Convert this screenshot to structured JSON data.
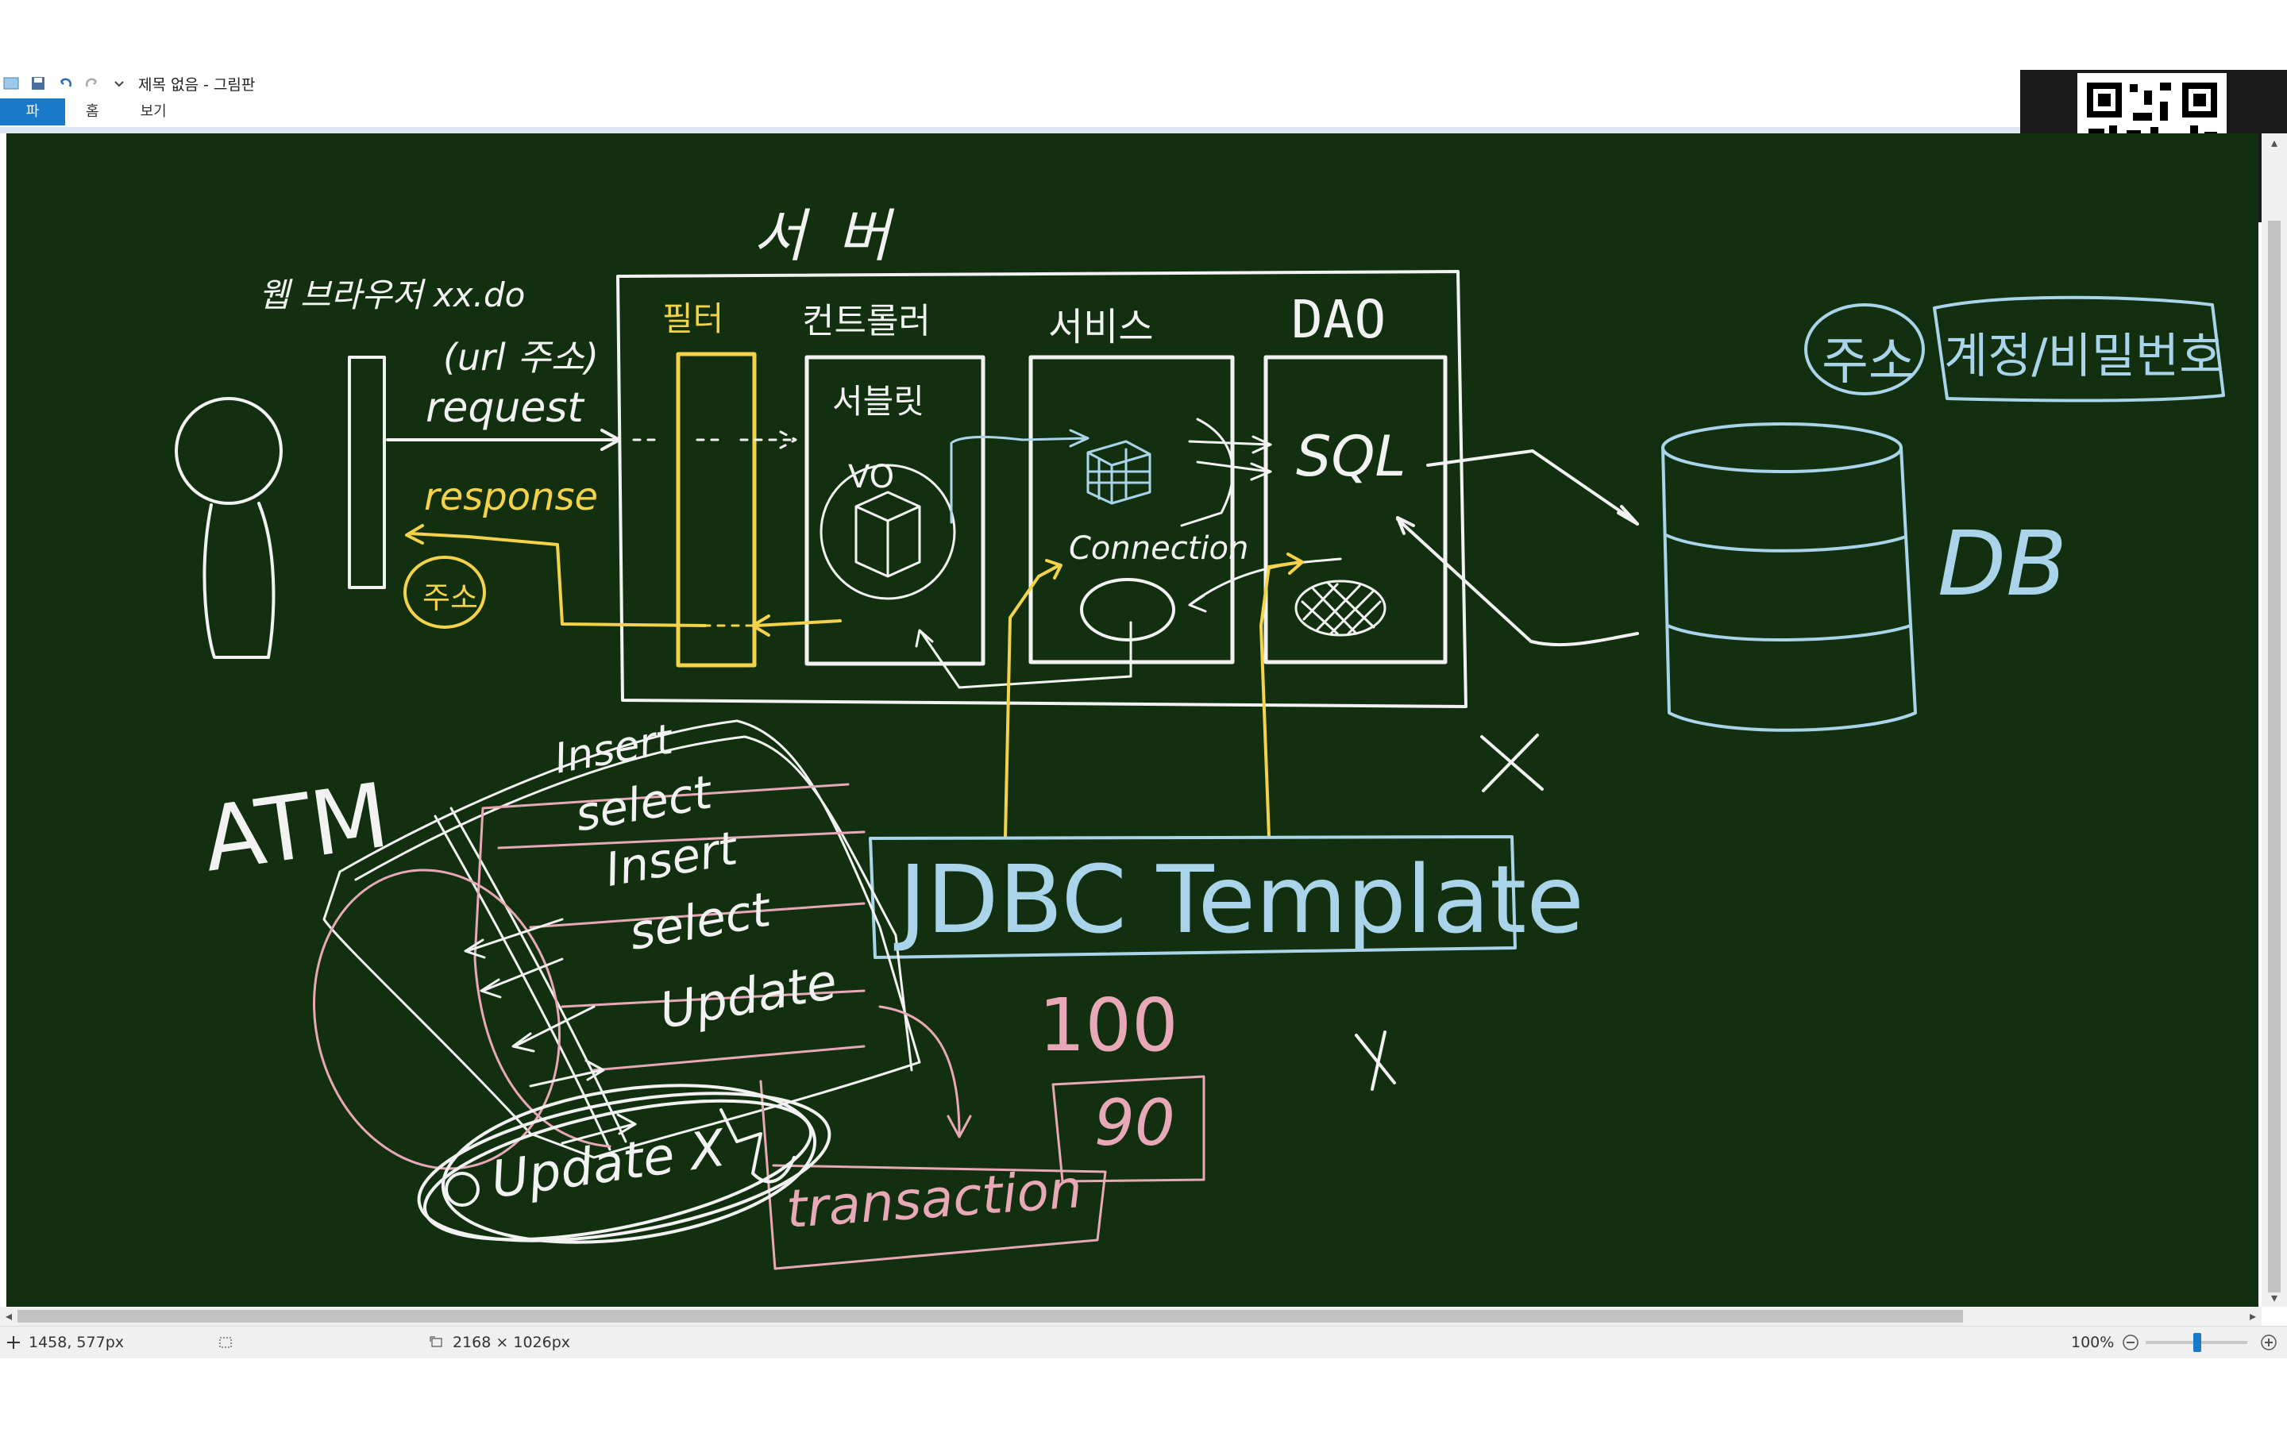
{
  "window": {
    "title": "제목 없음 - 그림판"
  },
  "ribbon": {
    "tabs": [
      {
        "label": "파일",
        "active": true
      },
      {
        "label": "홈",
        "active": false
      },
      {
        "label": "보기",
        "active": false
      }
    ]
  },
  "drawing": {
    "server_label": "서버",
    "browser_label": "웹 브라우저 xx.do",
    "url_label": "(url 주소)",
    "request_label": "request",
    "response_label": "response",
    "address_label": "주소",
    "filter_label": "필터",
    "controller_label": "컨트롤러",
    "service_label": "서비스",
    "dao_label": "DAO",
    "servlet_label": "서블릿",
    "vo_label": "VO",
    "connection_label": "Connection",
    "sql_label": "SQL",
    "db_label": "DB",
    "db_address_label": "주소",
    "db_account_label": "계정/비밀번호",
    "jdbc_label": "JDBC Template",
    "atm_label": "ATM",
    "steps": [
      "Insert",
      "select",
      "Insert",
      "select",
      "Update"
    ],
    "update_x_label": "Update X",
    "transaction_label": "transaction",
    "amount_before": "100",
    "amount_after": "90",
    "colors": {
      "chalkboard": "#12300f",
      "white_chalk": "#f2f2f2",
      "yellow_chalk": "#f4d34a",
      "blue_chalk": "#a9d4ea",
      "pink_chalk": "#e8a8b8"
    }
  },
  "status": {
    "cursor_pos": "1458, 577px",
    "image_size": "2168 × 1026px",
    "zoom": "100%"
  }
}
